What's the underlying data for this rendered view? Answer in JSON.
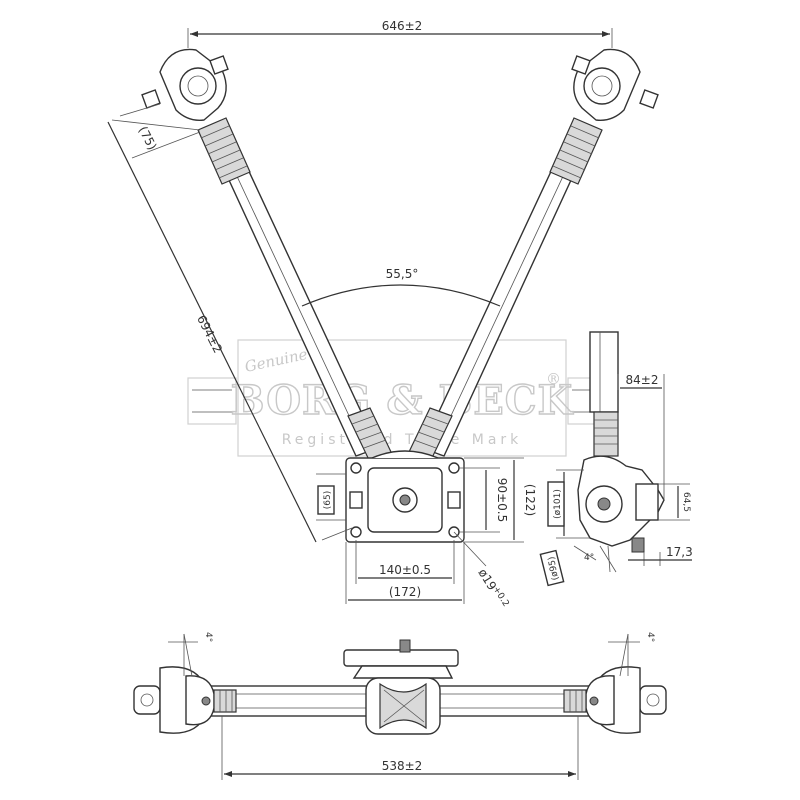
{
  "watermark": {
    "script": "Genuine",
    "brand": "BORG & BECK",
    "tagline": "Registered Trade Mark",
    "registered_symbol": "®"
  },
  "dimensions": {
    "top_width": "646±2",
    "arm_length": "694±2",
    "end_offset": "(75)",
    "angle": "55,5°",
    "plate_offset": "(65)",
    "hole_spacing_v": "90±0.5",
    "plate_height": "(122)",
    "hole_spacing_h": "140±0.5",
    "plate_width": "(172)",
    "hole_diameter": "ø19",
    "hole_tol": "+0.2",
    "side_width": "84±2",
    "ball_diameter": "(ø101)",
    "side_height": "64,5",
    "side_depth": "17,3",
    "stud_diameter": "(ø95)",
    "tilt_angle": "4°",
    "bottom_tilt_left": "4°",
    "bottom_tilt_right": "4°",
    "bottom_length": "538±2"
  },
  "colors": {
    "line": "#333333",
    "watermark": "#c8c8c8",
    "shade": "#d9d9d9"
  }
}
